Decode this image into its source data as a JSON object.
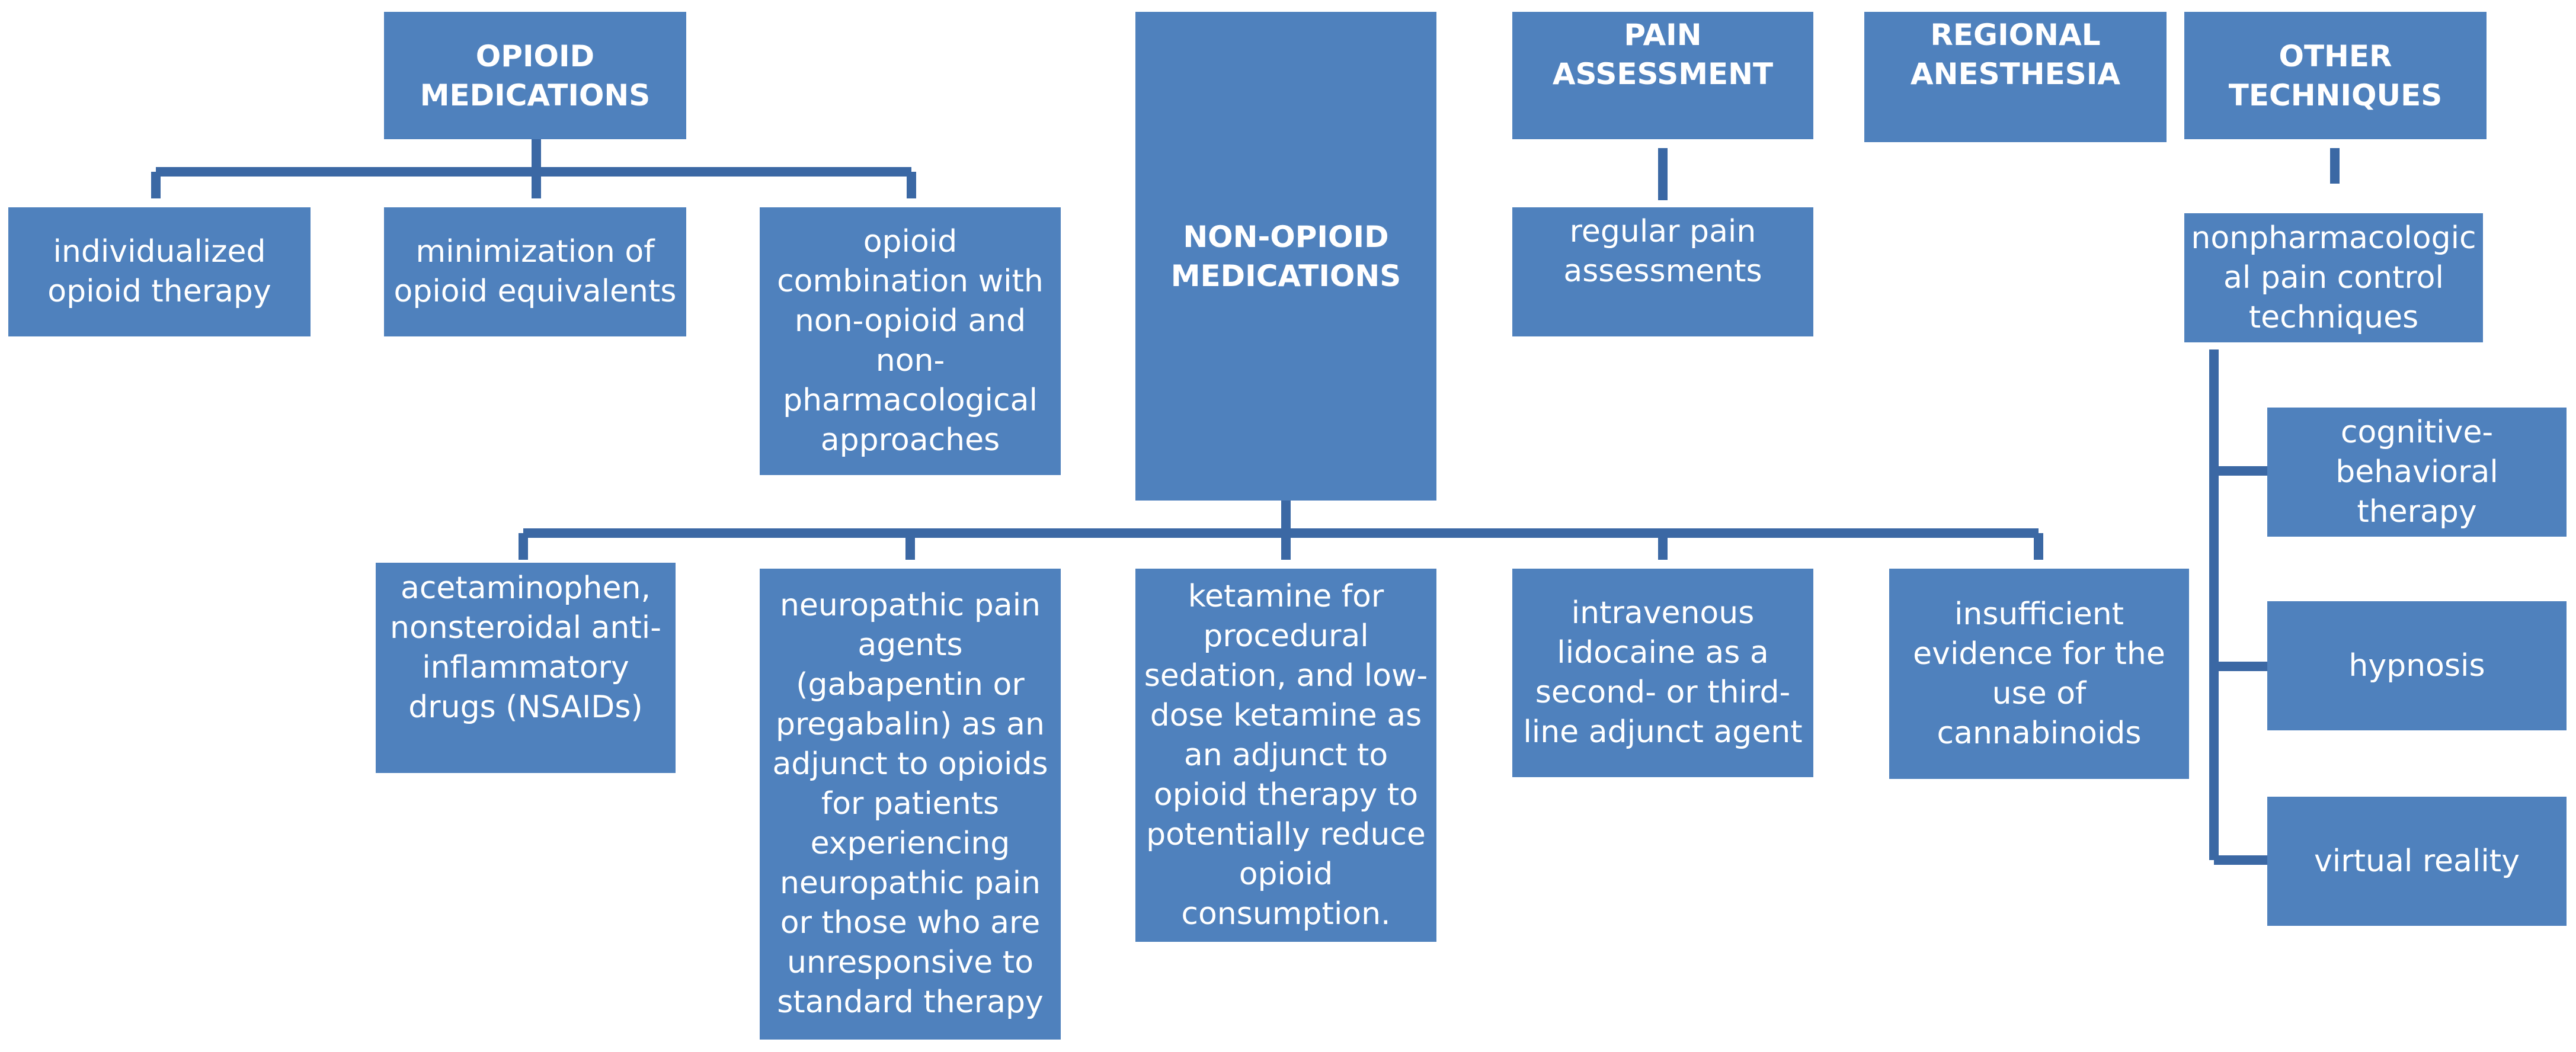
{
  "colors": {
    "box_fill": "#4f81bd",
    "connector": "#3b68a4",
    "text": "#ffffff",
    "background": "#ffffff"
  },
  "categories": {
    "opioid": {
      "title": "OPIOID\nMEDICATIONS",
      "items": [
        "individualized\nopioid therapy",
        "minimization  of\nopioid equivalents",
        "opioid\ncombination with\nnon-opioid and\nnon-\npharmacological\napproaches"
      ]
    },
    "non_opioid": {
      "title": "NON-OPIOID\nMEDICATIONS",
      "items": [
        "acetaminophen,\nnonsteroidal anti-\ninflammatory\ndrugs (NSAIDs)",
        "neuropathic pain\nagents\n(gabapentin or\npregabalin)  as an\nadjunct to opioids\nfor patients\nexperiencing\nneuropathic pain\nor those who are\nunresponsive to\nstandard therapy",
        "ketamine for\nprocedural\nsedation, and low-\ndose ketamine  as\nan adjunct  to\nopioid therapy to\npotentially reduce\nopioid\nconsumption.",
        "intravenous\nlidocaine as  a\nsecond- or third-\nline adjunct agent",
        "insufficient\nevidence for the\nuse of\ncannabinoids"
      ]
    },
    "pain_assessment": {
      "title": "PAIN\nASSESSMENT",
      "items": [
        "regular pain\nassessments"
      ]
    },
    "regional_anesthesia": {
      "title": "REGIONAL\nANESTHESIA"
    },
    "other_techniques": {
      "title": "OTHER\nTECHNIQUES",
      "items": [
        "nonpharmacologic\nal pain control\ntechniques"
      ],
      "sub_items": [
        "cognitive-\nbehavioral\ntherapy",
        "hypnosis",
        "virtual reality"
      ]
    }
  }
}
